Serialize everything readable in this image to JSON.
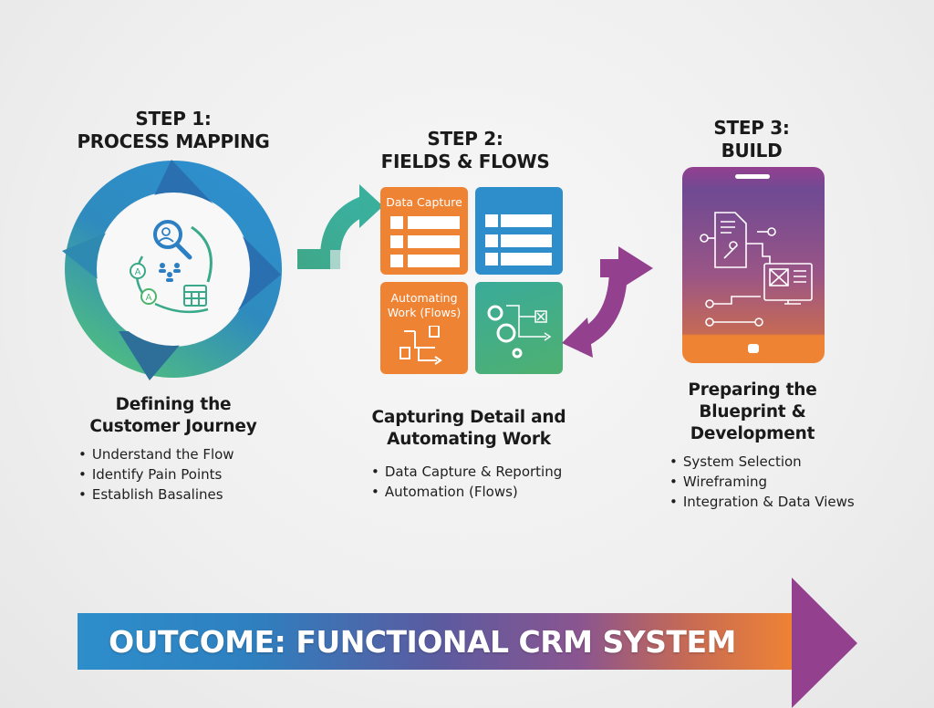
{
  "colors": {
    "blue": "#2d8ecb",
    "teal": "#3aa99a",
    "green": "#4fb56b",
    "orange": "#ef8334",
    "purple": "#93408f",
    "text": "#1a1a1a"
  },
  "steps": [
    {
      "title_line1": "STEP 1:",
      "title_line2": "PROCESS MAPPING",
      "subtitle_line1": "Defining the",
      "subtitle_line2": "Customer Journey",
      "bullets": [
        "Understand the Flow",
        "Identify Pain Points",
        "Establish Basalines"
      ],
      "icon": "cycle-arrows-customer-journey-icon"
    },
    {
      "title_line1": "STEP 2:",
      "title_line2": "FIELDS & FLOWS",
      "tiles": {
        "data_capture": "Data Capture",
        "automating_line1": "Automating",
        "automating_line2": "Work (Flows)"
      },
      "subtitle_line1": "Capturing Detail and",
      "subtitle_line2": "Automating Work",
      "bullets": [
        "Data Capture & Reporting",
        "Automation (Flows)"
      ],
      "icon": "fields-flows-grid-icon"
    },
    {
      "title_line1": "STEP 3:",
      "title_line2": "BUILD",
      "subtitle_line1": "Preparing the",
      "subtitle_line2": "Blueprint &",
      "subtitle_line3": "Development",
      "bullets": [
        "System Selection",
        "Wireframing",
        "Integration & Data Views"
      ],
      "icon": "tablet-blueprint-icon"
    }
  ],
  "outcome": {
    "label": "OUTCOME: FUNCTIONAL CRM SYSTEM"
  }
}
